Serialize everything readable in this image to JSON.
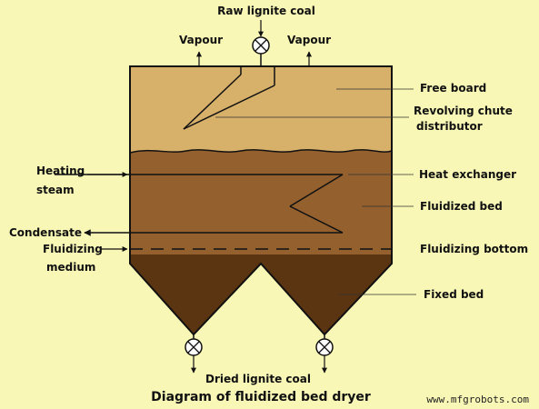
{
  "labels": {
    "raw_coal": "Raw lignite coal",
    "vapour_left": "Vapour",
    "vapour_right": "Vapour",
    "free_board": "Free board",
    "chute_line1": "Revolving chute",
    "chute_line2": "distributor",
    "heating_line1": "Heating",
    "heating_line2": "steam",
    "heat_exchanger": "Heat exchanger",
    "fluidized_bed": "Fluidized bed",
    "condensate": "Condensate",
    "fluidizing_line1": "Fluidizing",
    "fluidizing_line2": "medium",
    "fluidizing_bottom": "Fluidizing bottom",
    "fixed_bed": "Fixed bed",
    "dried_coal": "Dried lignite coal"
  },
  "caption": "Diagram of fluidized bed dryer",
  "watermark": "www.mfgrobots.com",
  "colors": {
    "background": "#f8f7b6",
    "free_board": "#d7b06a",
    "fluidized_bed": "#93602e",
    "fixed_bed": "#5b3412",
    "outline": "#111111"
  }
}
